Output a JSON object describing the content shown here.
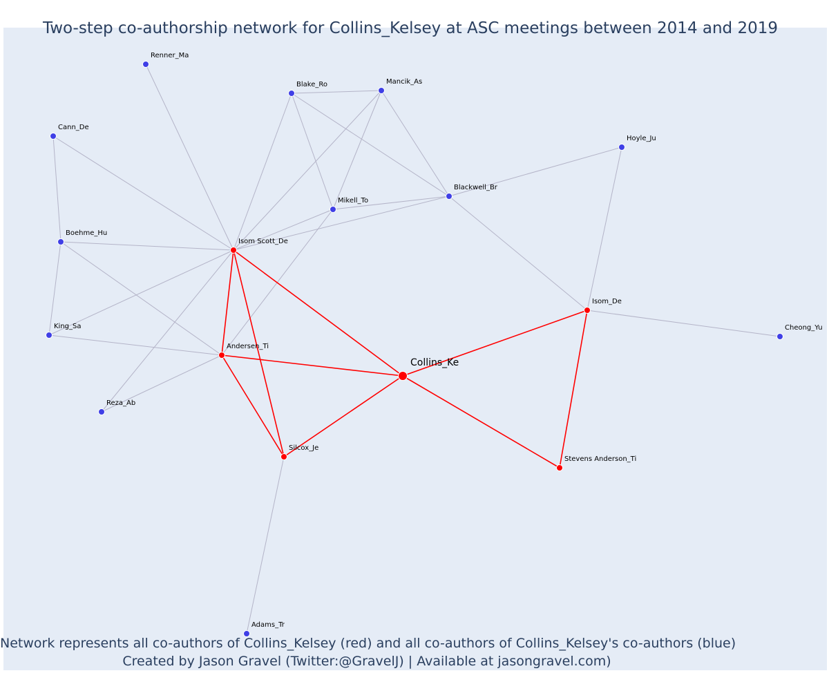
{
  "title": "Two-step co-authorship network for Collins_Kelsey at ASC meetings between 2014 and 2019",
  "footnote": {
    "line1": "Network represents all co-authors of Collins_Kelsey (red) and all co-authors of Collins_Kelsey's co-authors (blue)",
    "line2": "Created by Jason Gravel (Twitter:@GravelJ) | Available at jasongravel.com)"
  },
  "colors": {
    "background": "#e5ecf6",
    "first_degree": "#ff0000",
    "second_degree": "#3f3fe6",
    "edge_first": "#ff0000",
    "edge_second": "#b4b4c8",
    "text": "#2a3f5f"
  },
  "nodes": [
    {
      "id": "Collins_Ke",
      "label": "Collins_Ke",
      "group": "center"
    },
    {
      "id": "Isom_Scott_De",
      "label": "Isom Scott_De",
      "group": "first"
    },
    {
      "id": "Andersen_Ti",
      "label": "Andersen_Ti",
      "group": "first"
    },
    {
      "id": "Silcox_Je",
      "label": "Silcox_Je",
      "group": "first"
    },
    {
      "id": "Isom_De",
      "label": "Isom_De",
      "group": "first"
    },
    {
      "id": "Stevens_Anderson_Ti",
      "label": "Stevens Anderson_Ti",
      "group": "first"
    },
    {
      "id": "Renner_Ma",
      "label": "Renner_Ma",
      "group": "second"
    },
    {
      "id": "Blake_Ro",
      "label": "Blake_Ro",
      "group": "second"
    },
    {
      "id": "Mancik_As",
      "label": "Mancik_As",
      "group": "second"
    },
    {
      "id": "Cann_De",
      "label": "Cann_De",
      "group": "second"
    },
    {
      "id": "Hoyle_Ju",
      "label": "Hoyle_Ju",
      "group": "second"
    },
    {
      "id": "Blackwell_Br",
      "label": "Blackwell_Br",
      "group": "second"
    },
    {
      "id": "Mikell_To",
      "label": "Mikell_To",
      "group": "second"
    },
    {
      "id": "Boehme_Hu",
      "label": "Boehme_Hu",
      "group": "second"
    },
    {
      "id": "King_Sa",
      "label": "King_Sa",
      "group": "second"
    },
    {
      "id": "Reza_Ab",
      "label": "Reza_Ab",
      "group": "second"
    },
    {
      "id": "Cheong_Yu",
      "label": "Cheong_Yu",
      "group": "second"
    },
    {
      "id": "Adams_Tr",
      "label": "Adams_Tr",
      "group": "second"
    }
  ],
  "edges": [
    {
      "source": "Collins_Ke",
      "target": "Isom_Scott_De",
      "type": "first"
    },
    {
      "source": "Collins_Ke",
      "target": "Andersen_Ti",
      "type": "first"
    },
    {
      "source": "Collins_Ke",
      "target": "Silcox_Je",
      "type": "first"
    },
    {
      "source": "Collins_Ke",
      "target": "Isom_De",
      "type": "first"
    },
    {
      "source": "Collins_Ke",
      "target": "Stevens_Anderson_Ti",
      "type": "first"
    },
    {
      "source": "Isom_Scott_De",
      "target": "Andersen_Ti",
      "type": "first"
    },
    {
      "source": "Isom_Scott_De",
      "target": "Silcox_Je",
      "type": "first"
    },
    {
      "source": "Andersen_Ti",
      "target": "Silcox_Je",
      "type": "first"
    },
    {
      "source": "Isom_De",
      "target": "Stevens_Anderson_Ti",
      "type": "first"
    },
    {
      "source": "Isom_Scott_De",
      "target": "Renner_Ma",
      "type": "second"
    },
    {
      "source": "Isom_Scott_De",
      "target": "Blake_Ro",
      "type": "second"
    },
    {
      "source": "Isom_Scott_De",
      "target": "Mancik_As",
      "type": "second"
    },
    {
      "source": "Isom_Scott_De",
      "target": "Cann_De",
      "type": "second"
    },
    {
      "source": "Isom_Scott_De",
      "target": "Mikell_To",
      "type": "second"
    },
    {
      "source": "Isom_Scott_De",
      "target": "Blackwell_Br",
      "type": "second"
    },
    {
      "source": "Isom_Scott_De",
      "target": "Boehme_Hu",
      "type": "second"
    },
    {
      "source": "Isom_Scott_De",
      "target": "King_Sa",
      "type": "second"
    },
    {
      "source": "Isom_Scott_De",
      "target": "Reza_Ab",
      "type": "second"
    },
    {
      "source": "Blake_Ro",
      "target": "Mancik_As",
      "type": "second"
    },
    {
      "source": "Blake_Ro",
      "target": "Mikell_To",
      "type": "second"
    },
    {
      "source": "Blake_Ro",
      "target": "Blackwell_Br",
      "type": "second"
    },
    {
      "source": "Mancik_As",
      "target": "Mikell_To",
      "type": "second"
    },
    {
      "source": "Mancik_As",
      "target": "Blackwell_Br",
      "type": "second"
    },
    {
      "source": "Mikell_To",
      "target": "Blackwell_Br",
      "type": "second"
    },
    {
      "source": "Mikell_To",
      "target": "Andersen_Ti",
      "type": "second"
    },
    {
      "source": "Blackwell_Br",
      "target": "Hoyle_Ju",
      "type": "second"
    },
    {
      "source": "Blackwell_Br",
      "target": "Isom_De",
      "type": "second"
    },
    {
      "source": "Hoyle_Ju",
      "target": "Isom_De",
      "type": "second"
    },
    {
      "source": "Isom_De",
      "target": "Cheong_Yu",
      "type": "second"
    },
    {
      "source": "Cann_De",
      "target": "Boehme_Hu",
      "type": "second"
    },
    {
      "source": "Boehme_Hu",
      "target": "King_Sa",
      "type": "second"
    },
    {
      "source": "Boehme_Hu",
      "target": "Andersen_Ti",
      "type": "second"
    },
    {
      "source": "King_Sa",
      "target": "Andersen_Ti",
      "type": "second"
    },
    {
      "source": "Reza_Ab",
      "target": "Andersen_Ti",
      "type": "second"
    },
    {
      "source": "Silcox_Je",
      "target": "Adams_Tr",
      "type": "second"
    }
  ]
}
